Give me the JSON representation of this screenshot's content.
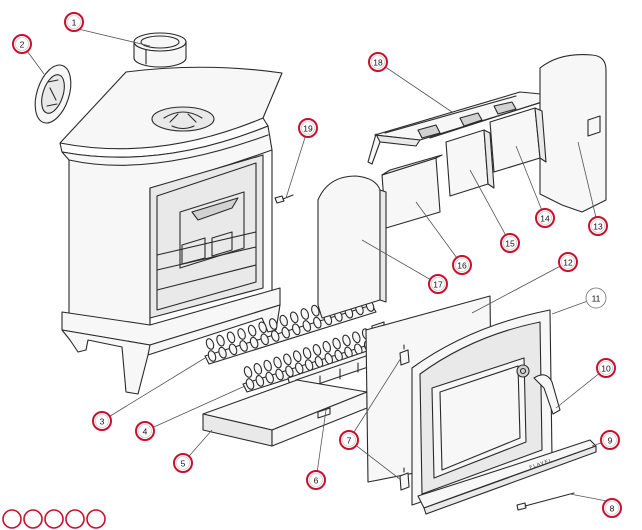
{
  "callouts": [
    {
      "label": "1",
      "style": "red"
    },
    {
      "label": "2",
      "style": "red"
    },
    {
      "label": "3",
      "style": "red"
    },
    {
      "label": "4",
      "style": "red"
    },
    {
      "label": "5",
      "style": "red"
    },
    {
      "label": "6",
      "style": "red"
    },
    {
      "label": "7",
      "style": "red"
    },
    {
      "label": "8",
      "style": "red"
    },
    {
      "label": "9",
      "style": "red"
    },
    {
      "label": "10",
      "style": "red"
    },
    {
      "label": "11",
      "style": "plain"
    },
    {
      "label": "12",
      "style": "red"
    },
    {
      "label": "13",
      "style": "red"
    },
    {
      "label": "14",
      "style": "red"
    },
    {
      "label": "15",
      "style": "red"
    },
    {
      "label": "16",
      "style": "red"
    },
    {
      "label": "17",
      "style": "red"
    },
    {
      "label": "18",
      "style": "red"
    },
    {
      "label": "19",
      "style": "red"
    }
  ],
  "door_plate_text": "FLAVEL",
  "legend_ring_count": 5,
  "colors": {
    "callout_ring": "#c8102e",
    "line": "#2a2a2a"
  }
}
